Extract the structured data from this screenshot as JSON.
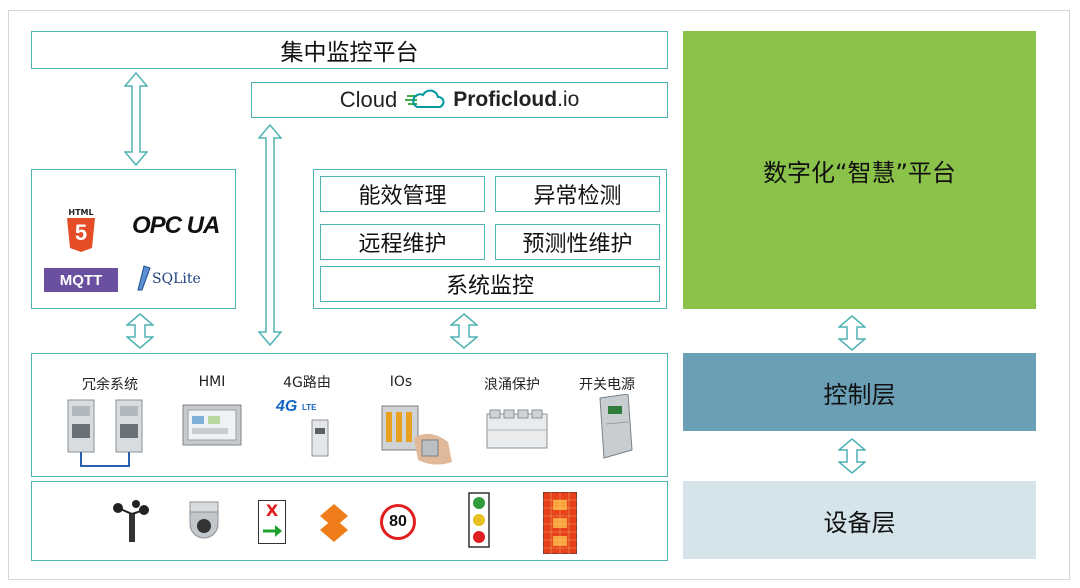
{
  "top_platform": "集中监控平台",
  "cloud": {
    "cloud_label": "Cloud",
    "brand": "Proficloud",
    "brand_suffix": ".io"
  },
  "protocols": {
    "html_top": "HTML",
    "html_five": "5",
    "opc": "OPC UA",
    "mqtt": "MQTT",
    "sqlite": "SQLite"
  },
  "functions": {
    "energy": "能效管理",
    "anomaly": "异常检测",
    "remote": "远程维护",
    "predictive": "预测性维护",
    "monitor": "系统监控"
  },
  "devices": [
    {
      "label": "冗余系统"
    },
    {
      "label": "HMI"
    },
    {
      "label": "4G路由"
    },
    {
      "label": "IOs"
    },
    {
      "label": "浪涌保护"
    },
    {
      "label": "开关电源"
    }
  ],
  "router_badge": {
    "g4": "4G",
    "lte": "LTE"
  },
  "speed_sign": "80",
  "sign_x": "X",
  "layers": {
    "smart": "数字化“智慧”平台",
    "control": "控制层",
    "device": "设备层"
  },
  "colors": {
    "smart_bg": "#8bc34a",
    "control_bg": "#6a9fb5",
    "device_bg": "#d5e3ea",
    "border": "#4fb3b3"
  }
}
